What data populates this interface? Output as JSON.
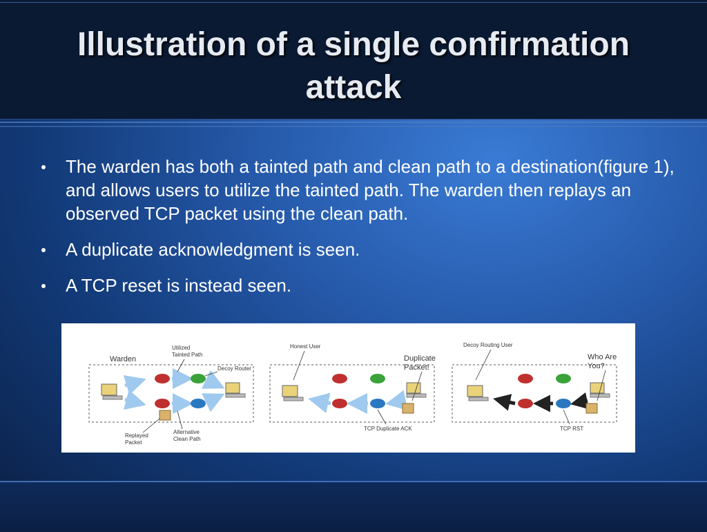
{
  "slide": {
    "title": "Illustration of a single confirmation attack",
    "bullets": [
      "The warden has both a tainted path and clean path to a destination(figure 1), and allows users to utilize the tainted path. The warden then replays an observed TCP packet using the clean path.",
      "A duplicate acknowledgment is seen.",
      "A TCP reset is instead seen."
    ]
  },
  "figure": {
    "panel1": {
      "warden": "Warden",
      "utilized": "Utilized",
      "tainted_path": "Tainted Path",
      "decoy_router": "Decoy Router",
      "replayed": "Replayed",
      "packet": "Packet",
      "alternative": "Alternative",
      "clean_path": "Clean Path"
    },
    "panel2": {
      "honest_user": "Honest User",
      "duplicate": "Duplicate",
      "packet_excl": "Packet!",
      "tcp_dup_ack": "TCP Duplicate ACK"
    },
    "panel3": {
      "decoy_routing_user": "Decoy Routing User",
      "who_are": "Who Are",
      "you": "You?",
      "tcp_rst": "TCP RST"
    },
    "colors": {
      "router_red": "#c0302f",
      "router_green": "#3aa33a",
      "router_blue": "#2a78c0",
      "arrow_light": "#9fc9ee",
      "arrow_dark": "#222222"
    }
  }
}
